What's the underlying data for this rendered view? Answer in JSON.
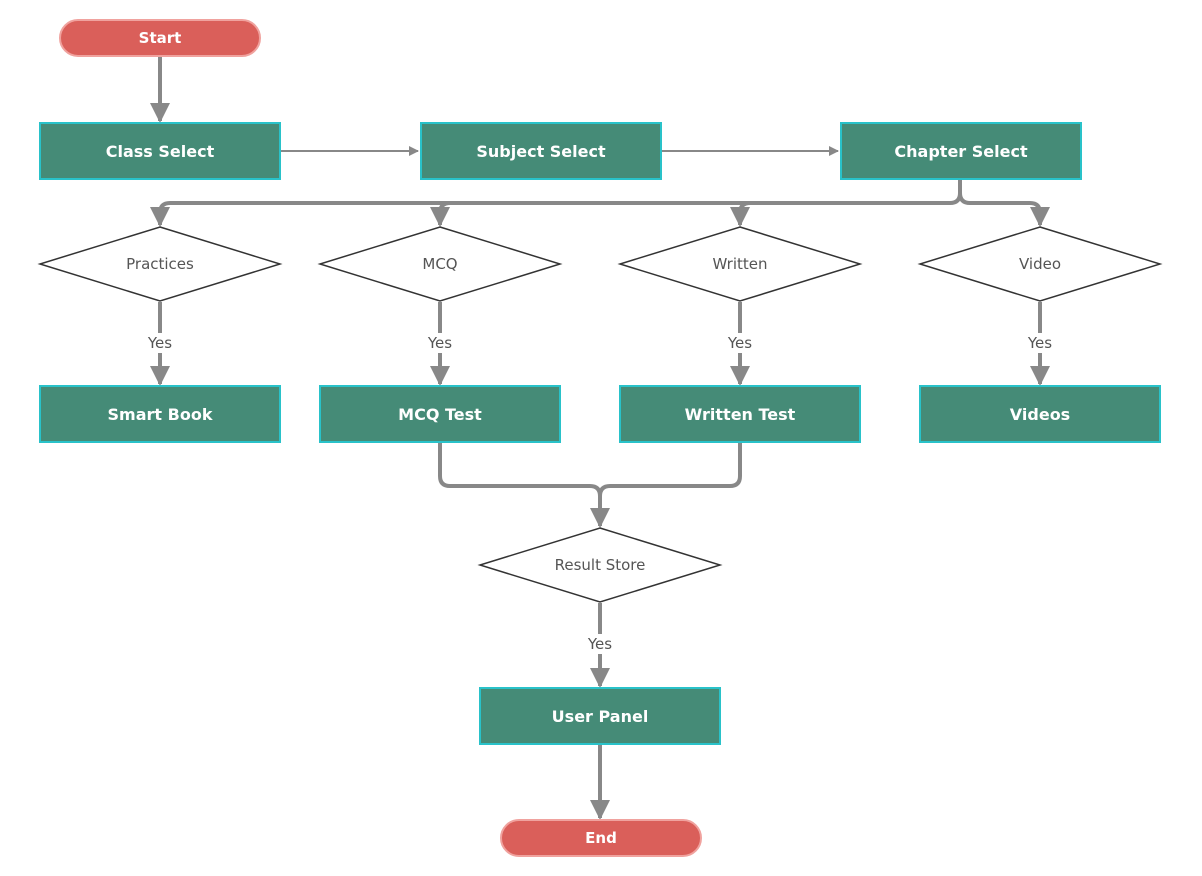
{
  "colors": {
    "terminal_fill": "#da5f5a",
    "terminal_stroke": "#f0a29e",
    "process_fill": "#458b77",
    "process_stroke": "#29c2c9",
    "decision_stroke": "#333333",
    "connector": "#888888"
  },
  "nodes": {
    "start": "Start",
    "class_select": "Class Select",
    "subject_select": "Subject Select",
    "chapter_select": "Chapter Select",
    "practices": "Practices",
    "mcq": "MCQ",
    "written": "Written",
    "video": "Video",
    "smart_book": "Smart Book",
    "mcq_test": "MCQ Test",
    "written_test": "Written Test",
    "videos": "Videos",
    "result_store": "Result Store",
    "user_panel": "User Panel",
    "end": "End"
  },
  "edge_labels": {
    "practices_yes": "Yes",
    "mcq_yes": "Yes",
    "written_yes": "Yes",
    "video_yes": "Yes",
    "result_yes": "Yes"
  }
}
